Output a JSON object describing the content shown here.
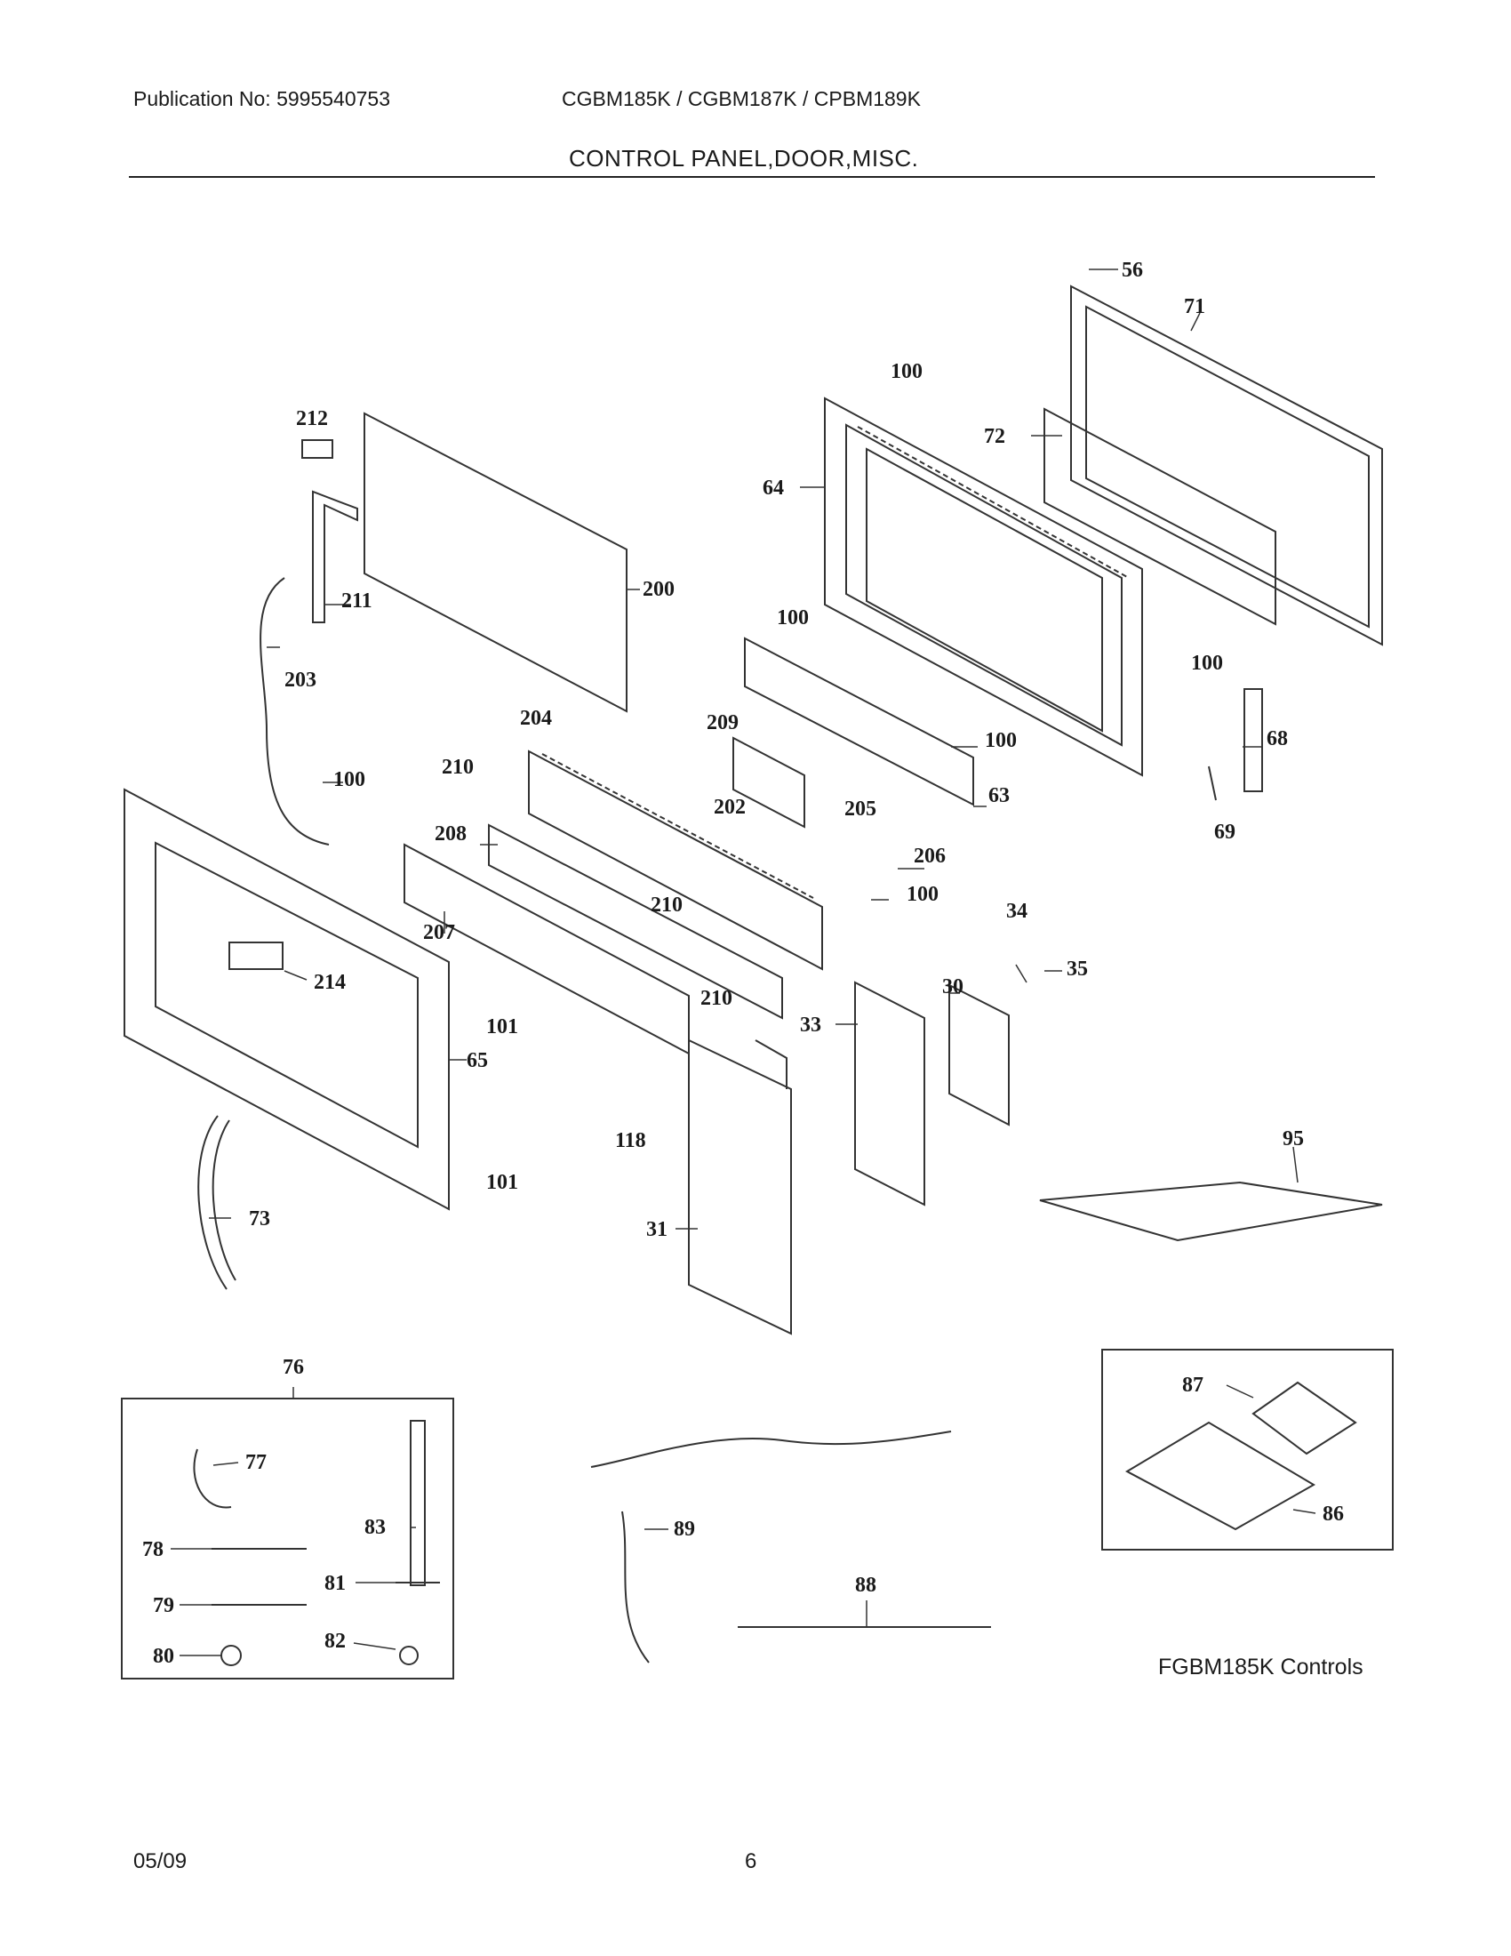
{
  "header": {
    "publication": "Publication No: 5995540753",
    "models": "CGBM185K / CGBM187K / CPBM189K",
    "section_title": "CONTROL PANEL,DOOR,MISC."
  },
  "diagram": {
    "part_labels": [
      "56",
      "71",
      "100",
      "72",
      "64",
      "212",
      "200",
      "211",
      "203",
      "100",
      "100",
      "100",
      "204",
      "209",
      "210",
      "100",
      "63",
      "68",
      "202",
      "205",
      "206",
      "208",
      "100",
      "69",
      "210",
      "207",
      "34",
      "214",
      "30",
      "35",
      "33",
      "101",
      "210",
      "65",
      "95",
      "118",
      "101",
      "73",
      "31",
      "76",
      "87",
      "77",
      "83",
      "89",
      "78",
      "81",
      "86",
      "88",
      "79",
      "82",
      "80"
    ],
    "caption": "FGBM185K Controls"
  },
  "footer": {
    "date": "05/09",
    "page": "6"
  }
}
